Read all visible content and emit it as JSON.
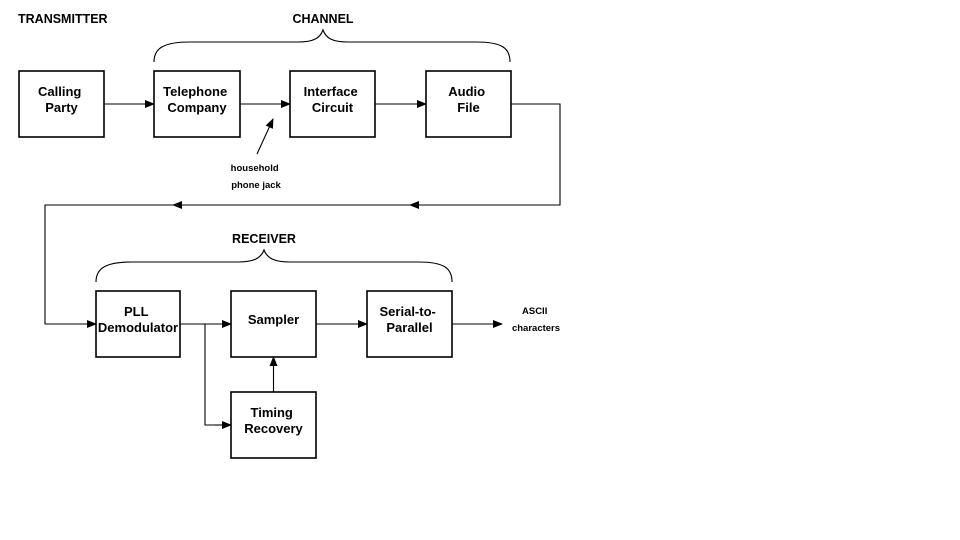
{
  "sections": {
    "transmitter": "TRANSMITTER",
    "channel": "CHANNEL",
    "receiver": "RECEIVER"
  },
  "blocks": {
    "calling_party": [
      "Calling",
      "Party"
    ],
    "telephone_company": [
      "Telephone",
      "Company"
    ],
    "interface_circuit": [
      "Interface",
      "Circuit"
    ],
    "audio_file": [
      "Audio",
      "File"
    ],
    "pll_demodulator": [
      "PLL",
      "Demodulator"
    ],
    "sampler": [
      "Sampler"
    ],
    "serial_to_parallel": [
      "Serial-to-",
      "Parallel"
    ],
    "timing_recovery": [
      "Timing",
      "Recovery"
    ]
  },
  "notes": {
    "household_phone_jack": [
      "household",
      "phone jack"
    ],
    "ascii_characters": [
      "ASCII",
      "characters"
    ]
  }
}
